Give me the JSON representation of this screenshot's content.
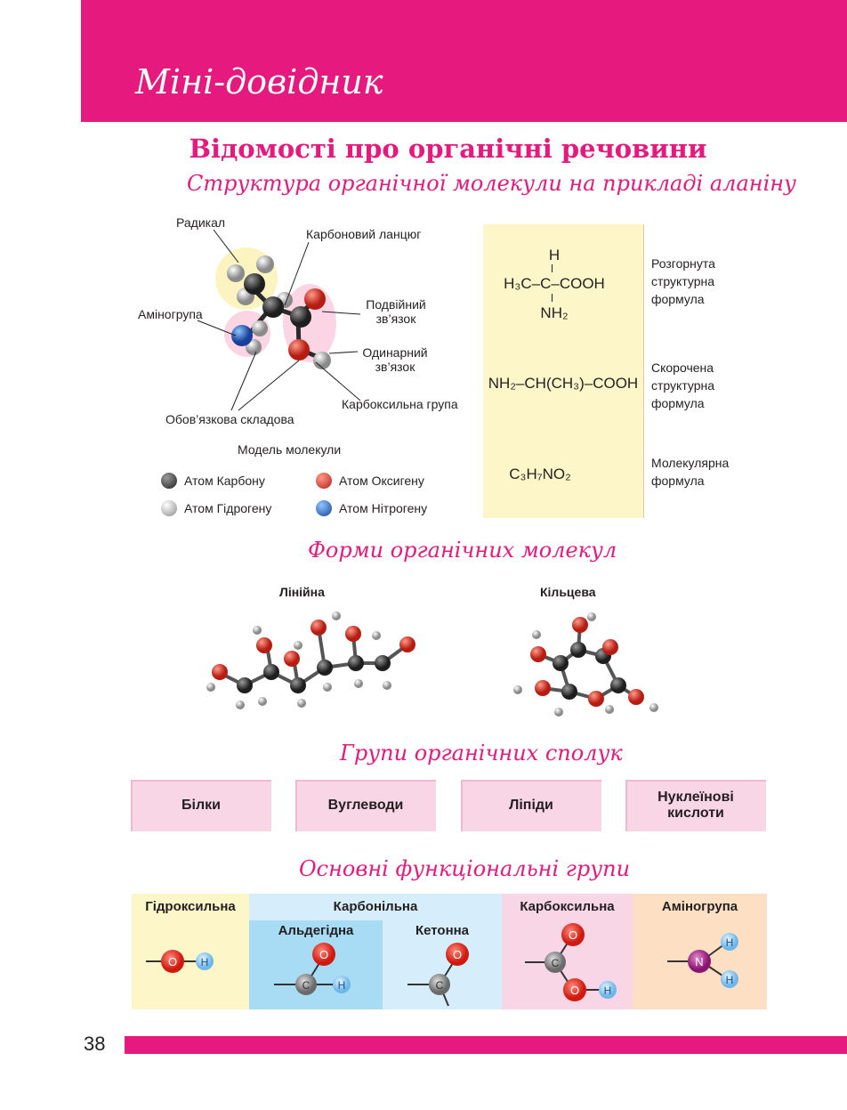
{
  "header": {
    "title": "Міні-довідник"
  },
  "main_title": "Відомості про органічні речовини",
  "section1": {
    "title": "Структура органічної молекули на прикладі аланіну",
    "callouts": {
      "radical": "Радикал",
      "carbon_chain": "Карбоновий ланцюг",
      "aminogroup": "Аміногрупа",
      "double_bond_1": "Подвійний",
      "double_bond_2": "зв’язок",
      "single_bond_1": "Одинарний",
      "single_bond_2": "зв’язок",
      "carboxyl_group": "Карбоксильна група",
      "required_part": "Обов’язкова складова"
    },
    "model_caption": "Модель молекули",
    "legend": [
      {
        "label": "Атом Карбону",
        "color": "#3a3a3a"
      },
      {
        "label": "Атом Оксигену",
        "color": "#e0362a"
      },
      {
        "label": "Атом Гідрогену",
        "color": "#c9c9c9"
      },
      {
        "label": "Атом Нітрогену",
        "color": "#2f8fd6"
      }
    ],
    "formulas": {
      "expanded": {
        "top_h": "H",
        "line": "H₃C–C–COOH",
        "bottom": "NH₂"
      },
      "short": "NH₂–CH(CH₃)–COOH",
      "molecular": "C₃H₇NO₂"
    },
    "descriptions": {
      "expanded": [
        "Розгорнута",
        "структурна",
        "формула"
      ],
      "short": [
        "Скорочена",
        "структурна",
        "формула"
      ],
      "molecular": [
        "Молекулярна",
        "формула"
      ]
    }
  },
  "section2": {
    "title": "Форми органічних молекул",
    "linear": "Лінійна",
    "cyclic": "Кільцева"
  },
  "section3": {
    "title": "Групи органічних сполук",
    "groups": [
      "Білки",
      "Вуглеводи",
      "Ліпіди",
      "Нуклеїнові кислоти"
    ]
  },
  "section4": {
    "title": "Основні функціональні групи",
    "hydroxyl": "Гідроксильна",
    "carbonyl": "Карбонільна",
    "aldehyde": "Альдегідна",
    "ketone": "Кетонна",
    "carboxyl": "Карбоксильна",
    "amino": "Аміногрупа",
    "atoms": {
      "o": "O",
      "h": "H",
      "c": "C",
      "n": "N"
    },
    "colors": {
      "hydroxyl_bg": "#fdf6c8",
      "carbonyl_bg": "#d6eefb",
      "aldehyde_bg": "#a8dcf5",
      "carboxyl_bg": "#f9d6e6",
      "amino_bg": "#fde0c4"
    }
  },
  "footer": {
    "page_number": "38"
  },
  "colors": {
    "accent": "#e6197e"
  }
}
